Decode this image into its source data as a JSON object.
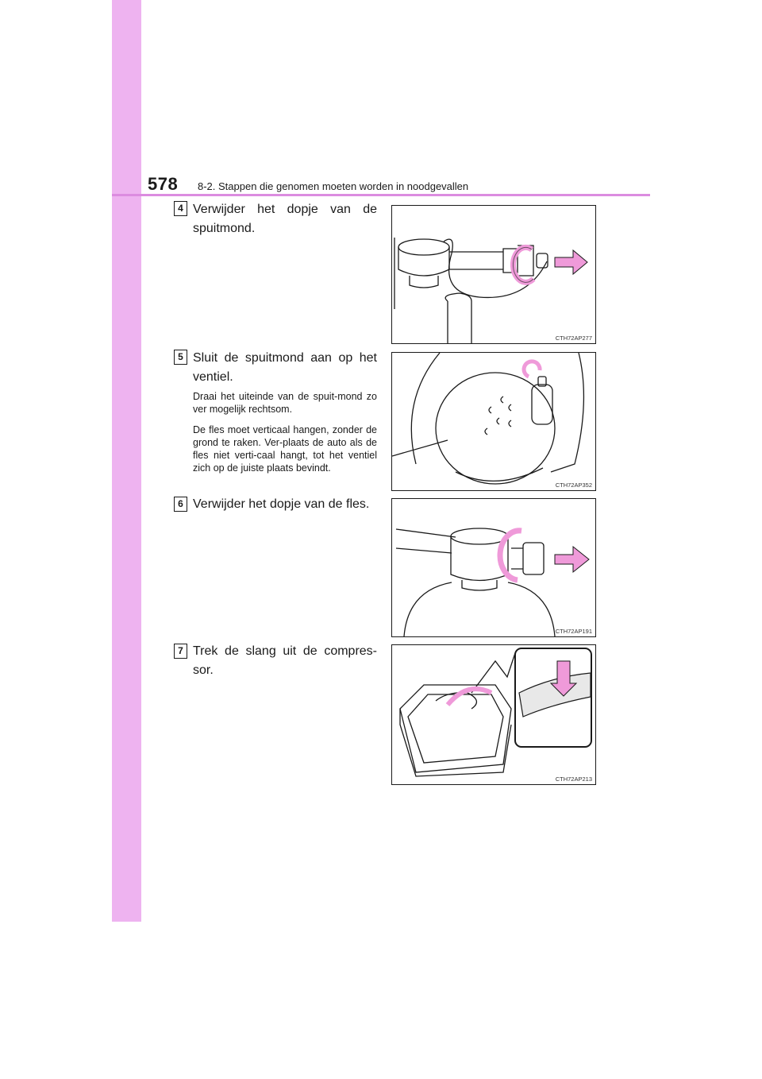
{
  "header": {
    "page_number": "578",
    "chapter": "8-2. Stappen die genomen moeten worden in noodgevallen"
  },
  "steps": [
    {
      "number": "4",
      "text": "Verwijder het dopje van de spuitmond.",
      "image_code": "CTH72AP277"
    },
    {
      "number": "5",
      "text": "Sluit de spuitmond aan op het ventiel.",
      "notes": [
        "Draai het uiteinde van de spuit-mond zo ver mogelijk rechtsom.",
        "De fles moet verticaal hangen, zonder de grond te raken. Ver-plaats de auto als de fles niet verti-caal hangt, tot het ventiel zich op de juiste plaats bevindt."
      ],
      "image_code": "CTH72AP352"
    },
    {
      "number": "6",
      "text": "Verwijder het dopje van de fles.",
      "image_code": "CTH72AP191"
    },
    {
      "number": "7",
      "text": "Trek de slang uit de compres-sor.",
      "image_code": "CTH72AP213"
    }
  ],
  "colors": {
    "sidebar": "#eeb3f0",
    "header_rule": "#dc8ce0",
    "arrow_pink": "#ef9ad9"
  }
}
